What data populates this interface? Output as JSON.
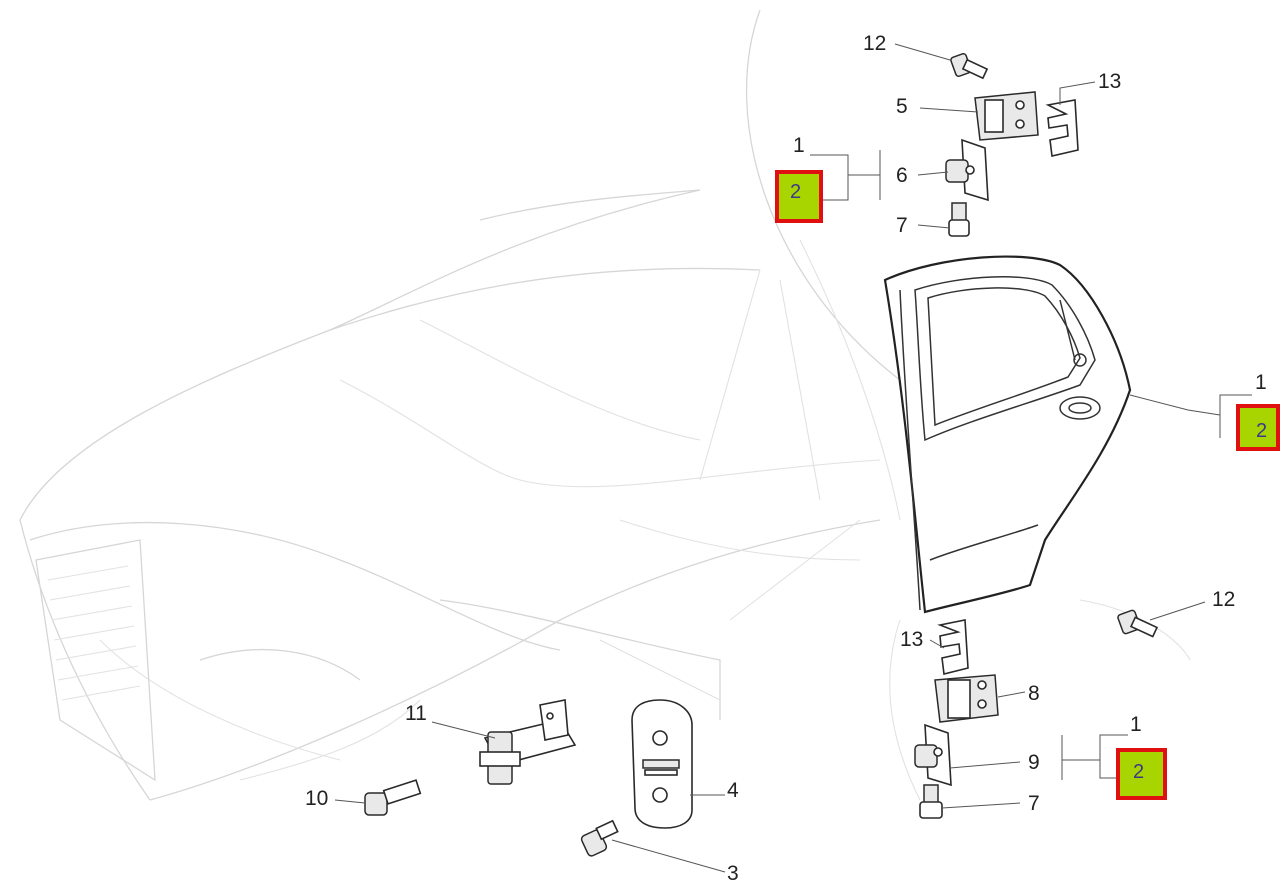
{
  "callouts": {
    "c12_top": "12",
    "c13_top": "13",
    "c5": "5",
    "c1_top": "1",
    "c6": "6",
    "c7_top": "7",
    "c1_right": "1",
    "c12_bottom": "12",
    "c13_bottom": "13",
    "c8": "8",
    "c1_bottom": "1",
    "c9": "9",
    "c7_bottom": "7",
    "c11": "11",
    "c10": "10",
    "c4": "4",
    "c3": "3"
  },
  "highlights": {
    "hl_top": "2",
    "hl_right": "2",
    "hl_bottom": "2"
  },
  "colors": {
    "highlight_fill": "#a8d400",
    "highlight_border": "#e01010"
  }
}
